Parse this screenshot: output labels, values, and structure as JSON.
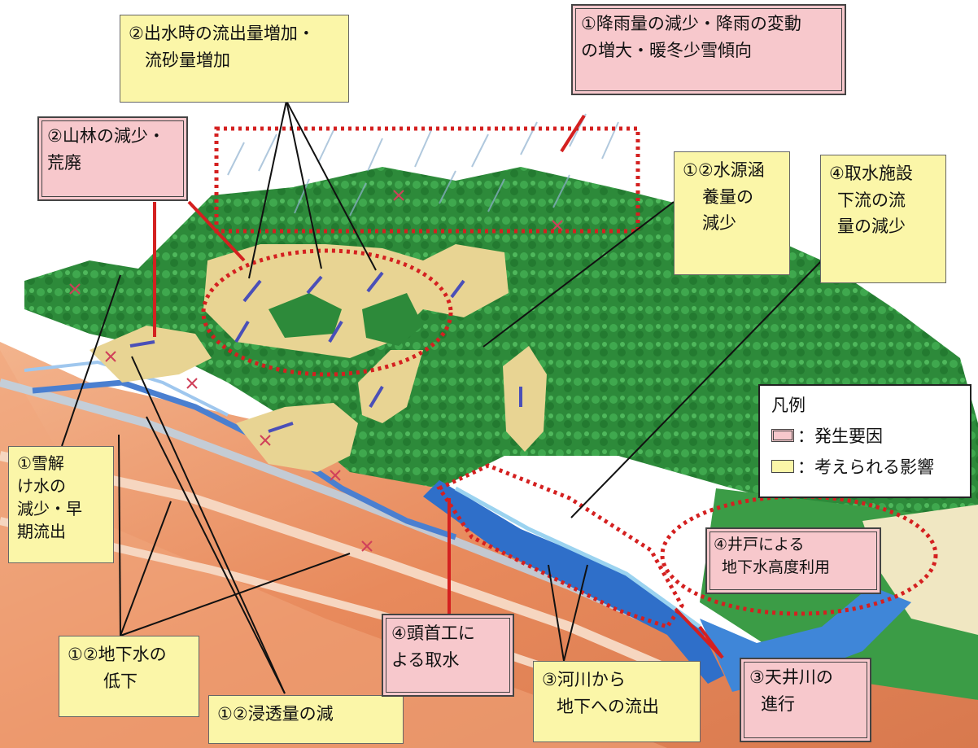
{
  "boxes": {
    "rain": [
      "①降雨量の減少・降雨の変動",
      "の増大・暖冬少雪傾向"
    ],
    "outflow": [
      "②出水時の流出量増加・",
      "流砂量増加"
    ],
    "forest": [
      "②山林の減少・",
      "荒廃"
    ],
    "water_source": [
      "①②水源涵",
      "養量の",
      "減少"
    ],
    "intake_down": [
      "④取水施設",
      "下流の流",
      "量の減少"
    ],
    "snowmelt": [
      "①雪解",
      "け水の",
      "減少・早",
      "期流出"
    ],
    "groundwater": [
      "①②地下水の",
      "低下"
    ],
    "infiltration": [
      "①②浸透量の減"
    ],
    "headworks": [
      "④頭首工に",
      "よる取水"
    ],
    "river_out": [
      "③河川から",
      "地下への流出"
    ],
    "raised_bed": [
      "③天井川の",
      "進行"
    ],
    "wells": [
      "④井戸による",
      "地下水高度利用"
    ]
  },
  "legend": {
    "title": "凡例",
    "cause": "：発生要因",
    "effect": "：考えられる影響"
  },
  "colors": {
    "cause_fill": "#f7c8cc",
    "effect_fill": "#fbf6a8",
    "highlight": "#d42020",
    "forest": "#2f8a3c",
    "soil": "#e88a5c"
  }
}
